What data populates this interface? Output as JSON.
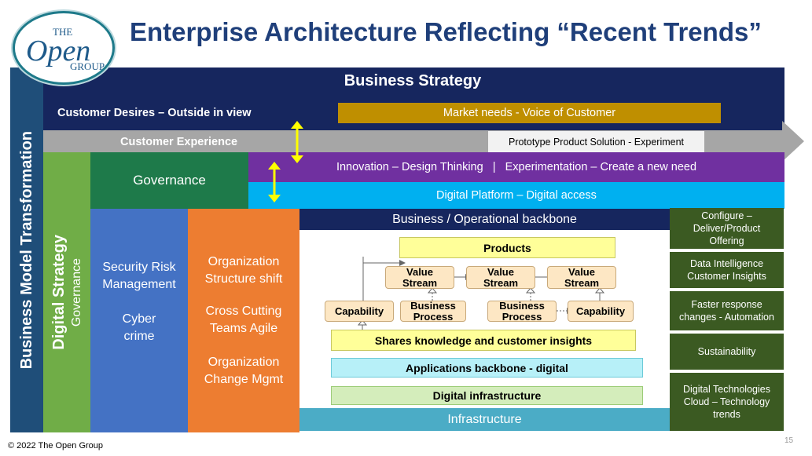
{
  "title": "Enterprise Architecture Reflecting “Recent Trends”",
  "logo": {
    "line1": "THE",
    "line2": "Open",
    "line3": "GROUP"
  },
  "business_strategy": "Business Strategy",
  "customer_desires": "Customer Desires – Outside in view",
  "market_needs": "Market needs - Voice of Customer",
  "customer_experience": "Customer Experience",
  "prototype": "Prototype Product Solution - Experiment",
  "governance_top": "Governance",
  "innovation": "Innovation – Design Thinking   |   Experimentation – Create a new need",
  "digital_platform": "Digital Platform – Digital access",
  "business_model_transformation": "Business Model Transformation",
  "digital_strategy": "Digital Strategy",
  "governance_side": "Governance",
  "security": {
    "line1": "Security Risk Management",
    "line2": "Cyber crime"
  },
  "organization": {
    "line1": "Organization Structure shift",
    "line2": "Cross Cutting Teams Agile",
    "line3": "Organization Change Mgmt"
  },
  "operational_backbone": "Business / Operational backbone",
  "diagram": {
    "products": "Products",
    "value_stream": "Value Stream",
    "capability": "Capability",
    "business_process": "Business Process",
    "shares_knowledge": "Shares knowledge and customer insights",
    "applications": "Applications backbone - digital",
    "digital_infra": "Digital infrastructure"
  },
  "infrastructure": "Infrastructure",
  "right_tiles": [
    "Configure – Deliver/Product Offering",
    "Data Intelligence Customer Insights",
    "Faster response changes - Automation",
    "Sustainability",
    "Digital Technologies Cloud – Technology trends"
  ],
  "copyright": "© 2022 The Open Group",
  "page_number": "15",
  "colors": {
    "navy": "#16265e",
    "gold": "#bf8f00",
    "gray": "#a6a6a6",
    "purple": "#7030a0",
    "cyan": "#00b0f0",
    "green": "#1e7a4a",
    "lightgreen": "#70ad47",
    "blue": "#4472c4",
    "orange": "#ed7d31",
    "teal": "#4bacc6",
    "dark_olive": "#3b5a22"
  }
}
